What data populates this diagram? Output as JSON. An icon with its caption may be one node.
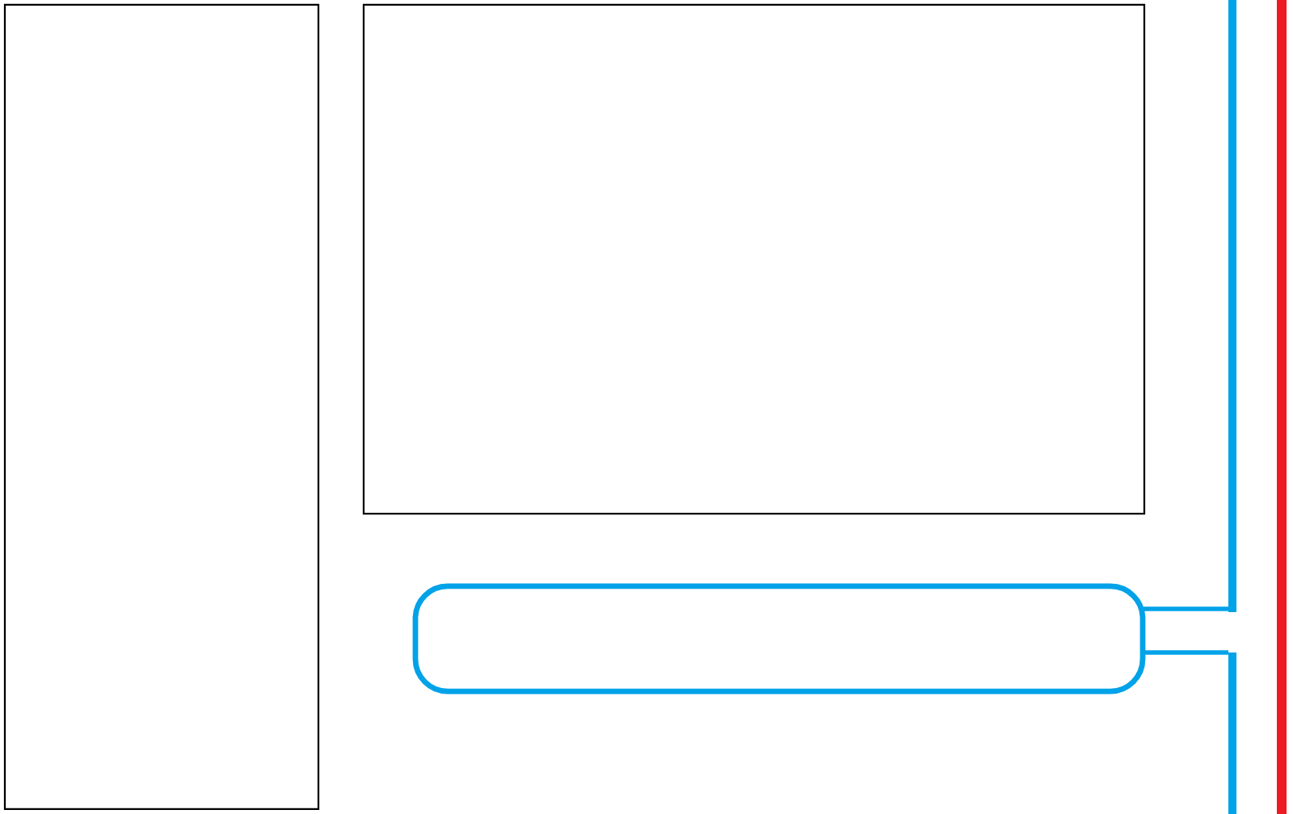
{
  "diagram": {
    "nodes": [
      {
        "text": [],
        "shape": "box"
      },
      {
        "text": [],
        "shape": "box"
      },
      {
        "text": [],
        "shape": "box"
      },
      {
        "text": [],
        "shape": "bar"
      },
      {
        "text": [],
        "shape": "bar"
      },
      {
        "text": [],
        "shape": "bar"
      }
    ],
    "edges": [
      {
        "from": 2,
        "to": 3,
        "arrow": "none"
      },
      {
        "from": 2,
        "to": 4,
        "arrow": "none"
      }
    ]
  }
}
